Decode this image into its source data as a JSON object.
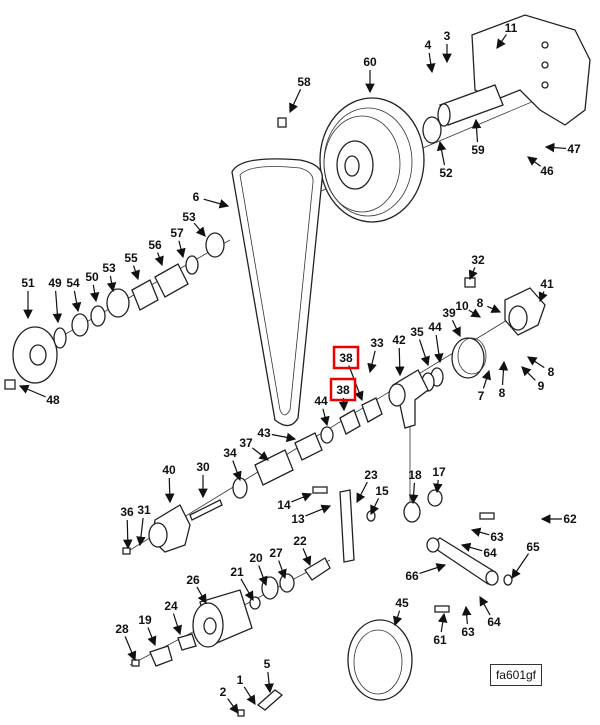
{
  "diagram": {
    "caption": "fa601gf",
    "highlight_color": "#e00000",
    "highlighted_label": "38",
    "callouts": [
      "11",
      "3",
      "4",
      "60",
      "58",
      "52",
      "59",
      "47",
      "46",
      "6",
      "53",
      "57",
      "56",
      "55",
      "53",
      "50",
      "54",
      "49",
      "51",
      "48",
      "32",
      "41",
      "10",
      "8",
      "39",
      "44",
      "35",
      "42",
      "33",
      "38",
      "38",
      "8",
      "9",
      "7",
      "8",
      "44",
      "43",
      "37",
      "34",
      "40",
      "30",
      "36",
      "31",
      "14",
      "13",
      "23",
      "15",
      "18",
      "17",
      "62",
      "63",
      "64",
      "65",
      "66",
      "61",
      "63",
      "64",
      "45",
      "22",
      "27",
      "20",
      "21",
      "26",
      "24",
      "19",
      "28",
      "5",
      "1",
      "2"
    ]
  }
}
